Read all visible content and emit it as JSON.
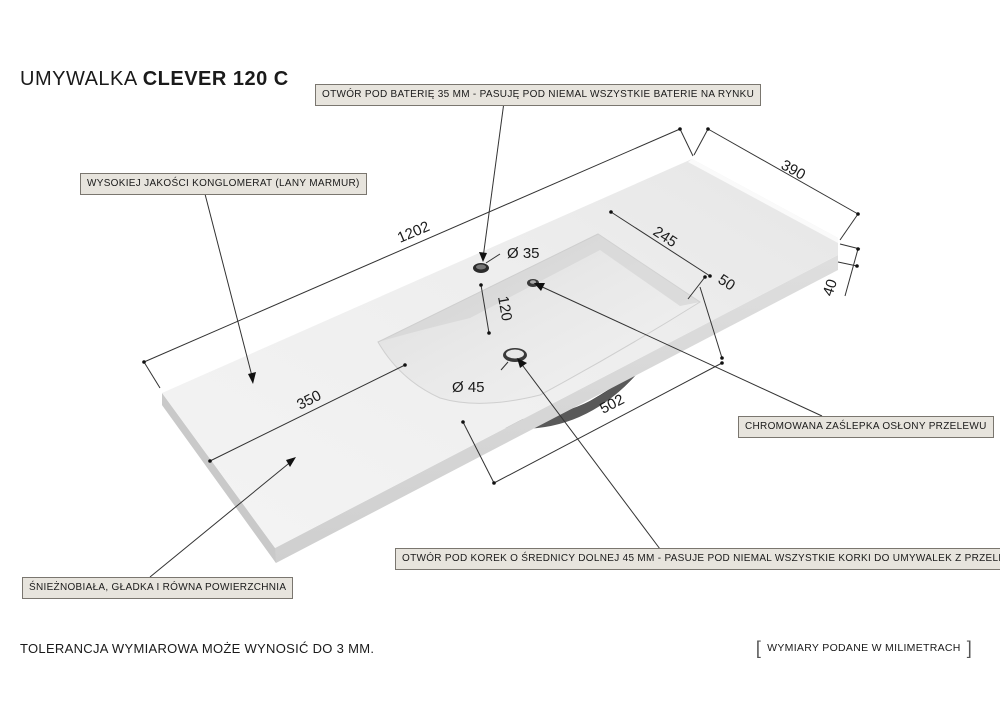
{
  "title": {
    "prefix": "UMYWALKA ",
    "product": "CLEVER 120 C"
  },
  "callouts": {
    "faucet_hole": "OTWÓR POD BATERIĘ 35 MM - PASUJĘ POD NIEMAL WSZYSTKIE BATERIE NA RYNKU",
    "material": "WYSOKIEJ JAKOŚCI KONGLOMERAT (LANY MARMUR)",
    "overflow_cap": "CHROMOWANA ZAŚLEPKA OSŁONY PRZELEWU",
    "drain_hole": "OTWÓR POD KOREK O ŚREDNICY DOLNEJ 45 MM - PASUJE POD NIEMAL WSZYSTKIE KORKI DO UMYWALEK Z PRZELEWEM",
    "surface": "ŚNIEŻNOBIAŁA, GŁADKA I RÓWNA POWIERZCHNIA"
  },
  "dimensions": {
    "length": "1202",
    "depth": "390",
    "thickness": "40",
    "basin_depth": "245",
    "basin_edge": "50",
    "hole_spacing": "120",
    "basin_width": "502",
    "left_offset": "350",
    "faucet_diameter": "Ø 35",
    "drain_diameter": "Ø 45"
  },
  "footer": {
    "tolerance": "TOLERANCJA WYMIAROWA MOŻE WYNOSIĆ DO 3 MM.",
    "units": "WYMIARY PODANE W MILIMETRACH"
  },
  "colors": {
    "callout_bg": "#e7e4dd",
    "callout_border": "#7a766f",
    "line": "#333333",
    "sink_top": "#f1f1f1",
    "sink_front": "#d6d6d6",
    "sink_shadow": "#3c3c3c"
  }
}
